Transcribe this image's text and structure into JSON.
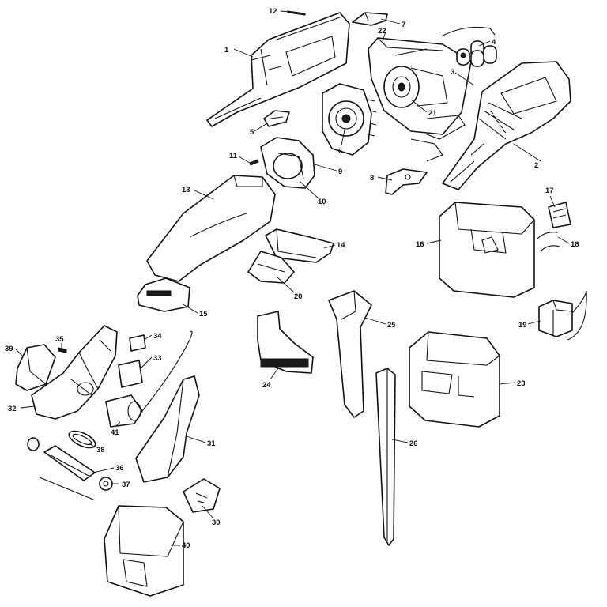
{
  "callouts": [
    {
      "label": "1"
    },
    {
      "label": "2"
    },
    {
      "label": "3"
    },
    {
      "label": "4"
    },
    {
      "label": "5"
    },
    {
      "label": "6"
    },
    {
      "label": "7"
    },
    {
      "label": "8"
    },
    {
      "label": "9"
    },
    {
      "label": "10"
    },
    {
      "label": "11"
    },
    {
      "label": "12"
    },
    {
      "label": "13"
    },
    {
      "label": "14"
    },
    {
      "label": "15"
    },
    {
      "label": "16"
    },
    {
      "label": "17"
    },
    {
      "label": "18"
    },
    {
      "label": "19"
    },
    {
      "label": "20"
    },
    {
      "label": "21"
    },
    {
      "label": "22"
    },
    {
      "label": "23"
    },
    {
      "label": "24"
    },
    {
      "label": "25"
    },
    {
      "label": "26"
    },
    {
      "label": "30"
    },
    {
      "label": "31"
    },
    {
      "label": "32"
    },
    {
      "label": "33"
    },
    {
      "label": "34"
    },
    {
      "label": "35"
    },
    {
      "label": "36"
    },
    {
      "label": "37"
    },
    {
      "label": "38"
    },
    {
      "label": "39"
    },
    {
      "label": "40"
    },
    {
      "label": "41"
    }
  ]
}
